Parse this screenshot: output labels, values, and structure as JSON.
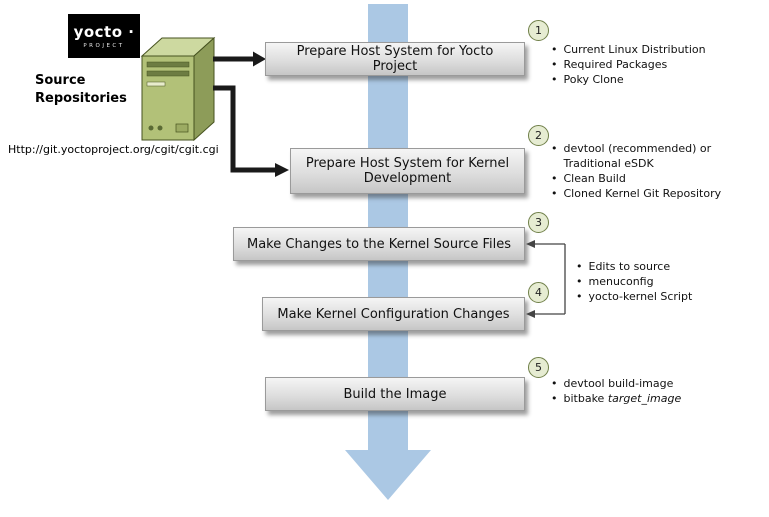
{
  "logo": {
    "brand": "yocto ·",
    "subtitle": "PROJECT"
  },
  "source": {
    "label": "Source\nRepositories",
    "url": "Http://git.yoctoproject.org/cgit/cgit.cgi"
  },
  "steps": {
    "s1": {
      "num": "1",
      "label": "Prepare Host System for Yocto Project"
    },
    "s2": {
      "num": "2",
      "label": "Prepare Host System for Kernel Development"
    },
    "s3": {
      "num": "3",
      "label": "Make Changes to the Kernel Source Files"
    },
    "s4": {
      "num": "4",
      "label": "Make Kernel Configuration Changes"
    },
    "s5": {
      "num": "5",
      "label": "Build the Image"
    }
  },
  "bullets": {
    "s1": [
      "Current Linux Distribution",
      "Required Packages",
      "Poky Clone"
    ],
    "s2_b1_l1": "devtool (recommended) or",
    "s2_b1_l2": "Traditional eSDK",
    "s2_b2": "Clean Build",
    "s2_b3": "Cloned Kernel Git Repository",
    "s34": [
      "Edits to source",
      "menuconfig",
      "yocto-kernel Script"
    ],
    "s5_b1": "devtool build-image",
    "s5_b2_pre": "bitbake ",
    "s5_b2_em": "target_image"
  },
  "colors": {
    "flow_arrow_blue": "#abc8e4",
    "box_gradient_top": "#f5f5f5",
    "box_gradient_bottom": "#c6c6c6",
    "circle_fill": "#e6ecd2",
    "circle_border": "#6f7f48",
    "server_green": "#b2c178",
    "connector_black": "#1a1a1a"
  }
}
